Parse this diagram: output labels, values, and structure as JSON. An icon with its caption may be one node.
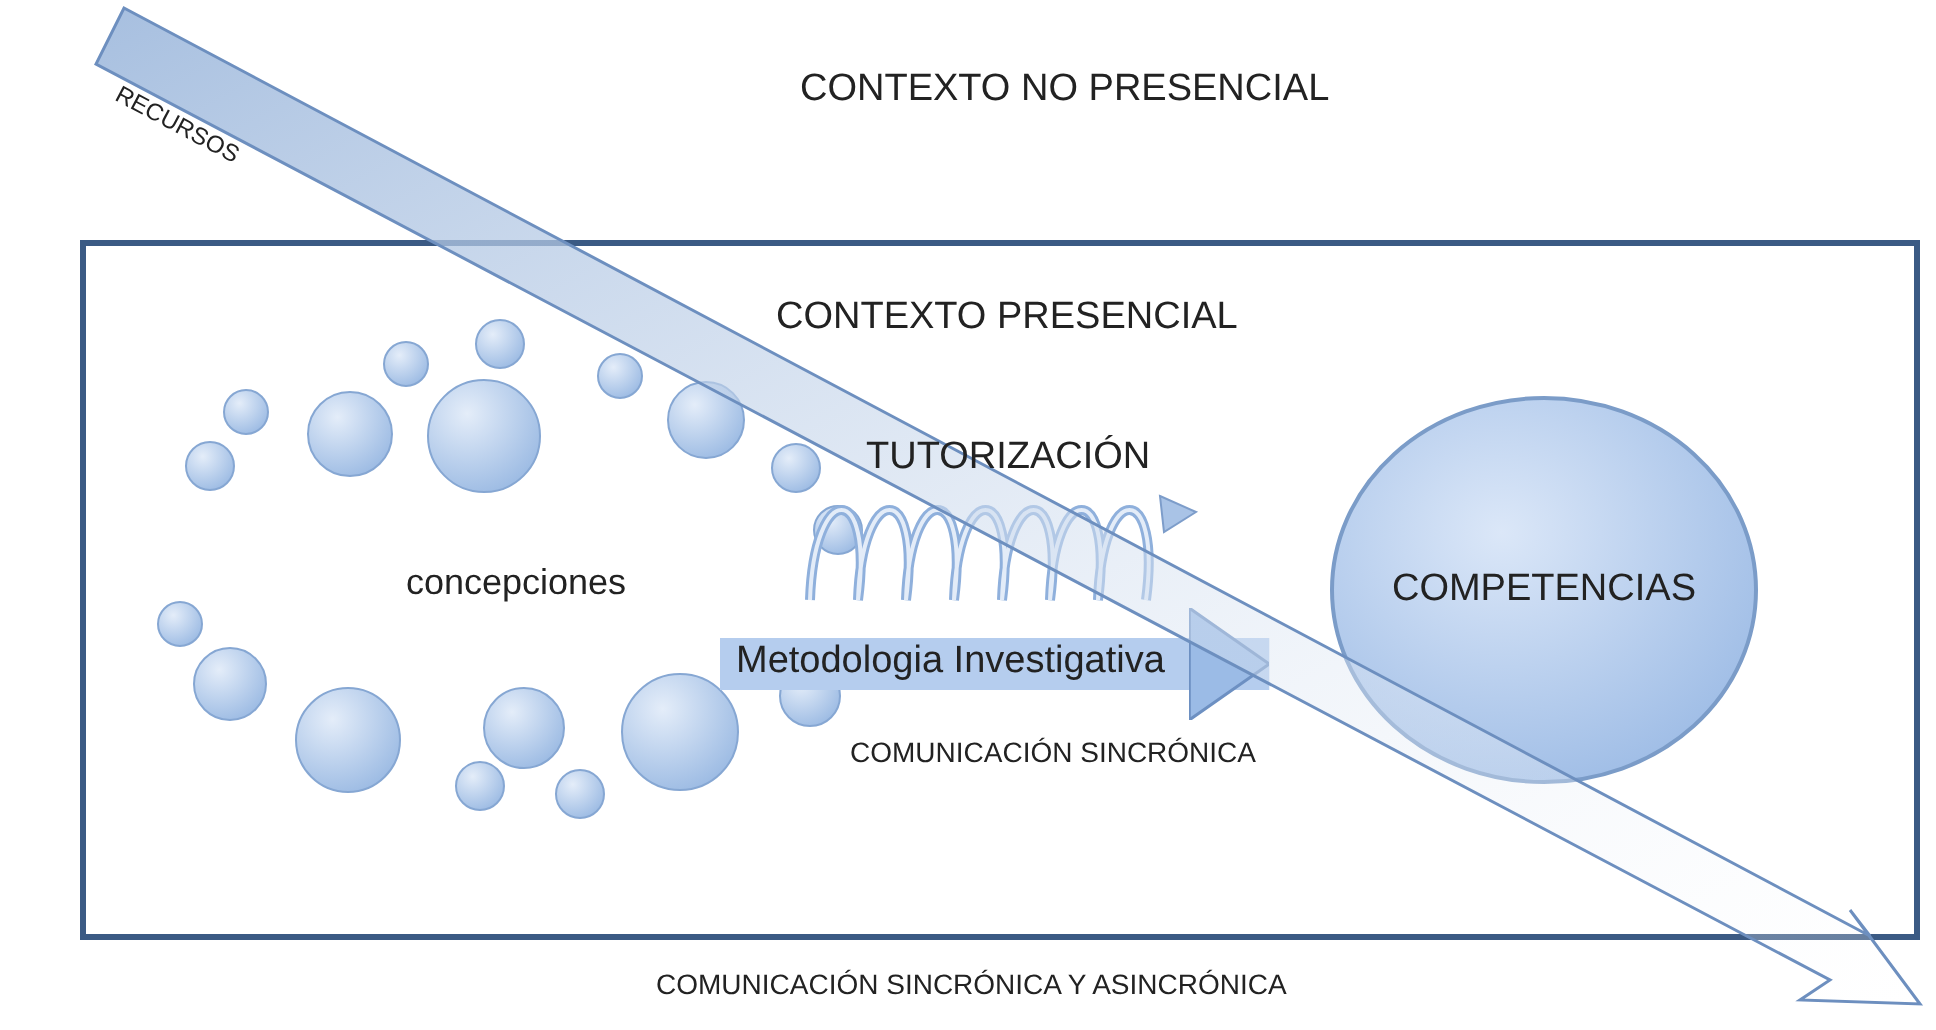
{
  "diagram": {
    "nodes": [
      {
        "text": [
          "CONTEXTO PRESENCIAL"
        ]
      },
      {
        "text": [
          "concepciones"
        ],
        "in": 0
      },
      {
        "text": [
          "COMPETENCIAS"
        ],
        "in": 0
      }
    ],
    "edges": [
      {
        "from": 1,
        "to": 2,
        "arrow": "to",
        "label": "Metodologia Investigativa"
      }
    ],
    "labels": [
      "RECURSOS",
      "CONTEXTO NO PRESENCIAL",
      "TUTORIZACIÓN",
      "COMUNICACIÓN SINCRÓNICA",
      "COMUNICACIÓN SINCRÓNICA Y ASINCRÓNICA"
    ]
  }
}
